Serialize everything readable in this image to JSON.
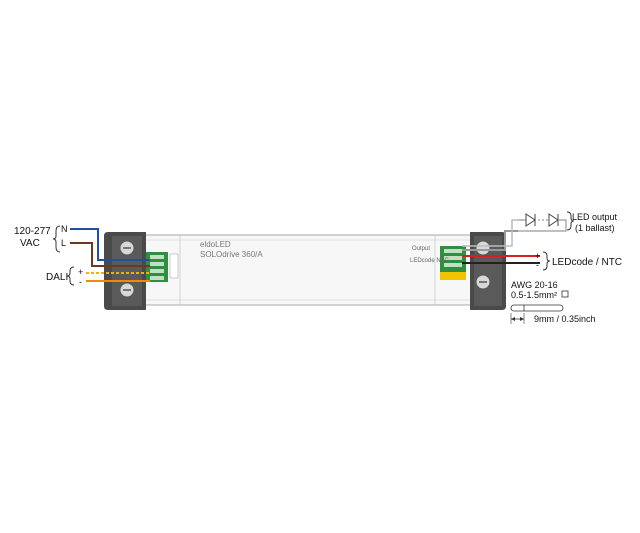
{
  "input": {
    "voltage_label": "120-277",
    "voltage_unit": "VAC",
    "neutral_label": "N",
    "line_label": "L",
    "dali_label": "DALI",
    "dali_plus": "+",
    "dali_minus": "-"
  },
  "device": {
    "brand": "eldoLED",
    "model": "SOLOdrive 360/A",
    "port_label_output": "Output",
    "port_label_ledcode": "LEDcode NTC"
  },
  "output": {
    "led_output_label": "LED output",
    "led_output_sub": "(1 ballast)",
    "ledcode_label": "LEDcode / NTC",
    "plus": "+",
    "minus": "-"
  },
  "wire_spec": {
    "awg": "AWG 20-16",
    "cross_section": "0.5-1.5mm²",
    "strip_length": "9mm / 0.35inch"
  },
  "colors": {
    "neutral_wire": "#1f4fa0",
    "line_wire": "#6b3a1e",
    "dali_plus_wire": "#f0b400",
    "dali_minus_wire": "#f08a00",
    "output_red": "#d42020",
    "output_black": "#222222",
    "terminal_green": "#2f8f3f",
    "housing": "#4a4a4a"
  }
}
